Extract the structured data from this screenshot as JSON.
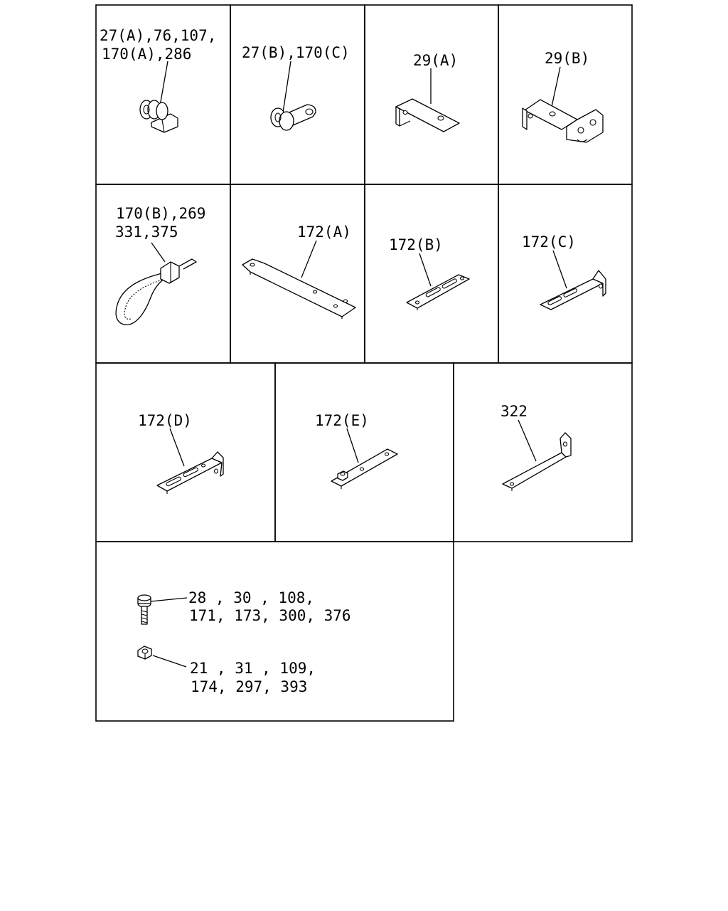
{
  "parts": [
    {
      "id": "clip_a",
      "lines": [
        "27(A),76,107,",
        "170(A),286"
      ]
    },
    {
      "id": "clip_b",
      "lines": [
        "27(B),170(C)"
      ]
    },
    {
      "id": "bracket_29a",
      "lines": [
        "29(A)"
      ]
    },
    {
      "id": "bracket_29b",
      "lines": [
        "29(B)"
      ]
    },
    {
      "id": "cable_tie",
      "lines": [
        "170(B),269",
        "331,375"
      ]
    },
    {
      "id": "bracket_172a",
      "lines": [
        "172(A)"
      ]
    },
    {
      "id": "bracket_172b",
      "lines": [
        "172(B)"
      ]
    },
    {
      "id": "bracket_172c",
      "lines": [
        "172(C)"
      ]
    },
    {
      "id": "bracket_172d",
      "lines": [
        "172(D)"
      ]
    },
    {
      "id": "bracket_172e",
      "lines": [
        "172(E)"
      ]
    },
    {
      "id": "bracket_322",
      "lines": [
        "322"
      ]
    },
    {
      "id": "bolt",
      "lines": [
        "28 , 30 , 108,",
        "171, 173, 300, 376"
      ]
    },
    {
      "id": "nut",
      "lines": [
        "21 , 31 , 109,",
        "174, 297, 393"
      ]
    }
  ]
}
